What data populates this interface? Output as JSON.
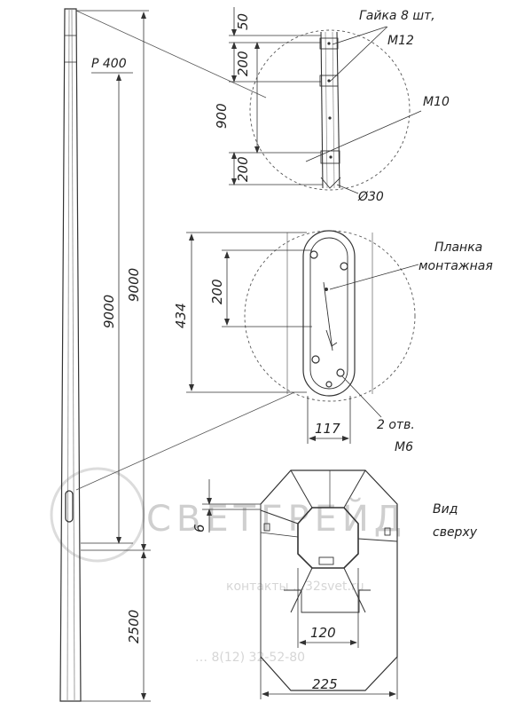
{
  "labels": {
    "p400": "P 400",
    "nut": "Гайка 8 шт,",
    "m12": "M12",
    "m10": "M10",
    "d30": "Ø30",
    "plate_1": "Планка",
    "plate_2": "монтажная",
    "holes": "2 отв.",
    "m6": "M6",
    "view_1": "Вид",
    "view_2": "сверху"
  },
  "dimensions": {
    "d9000a": "9000",
    "d9000b": "9000",
    "d2500": "2500",
    "d50": "50",
    "d200top": "200",
    "d900": "900",
    "d200bot": "200",
    "d434": "434",
    "d200mid": "200",
    "d117": "117",
    "d6": "6",
    "d120": "120",
    "d225": "225"
  },
  "watermark": {
    "brand": "СВЕТГРЕЙД",
    "line1": "контакты …32svet.ru",
    "line2": "… 8(12) 32-52-80"
  },
  "colors": {
    "line": "#333333",
    "hidden": "#777777",
    "watermark": "#cfcfcf"
  }
}
